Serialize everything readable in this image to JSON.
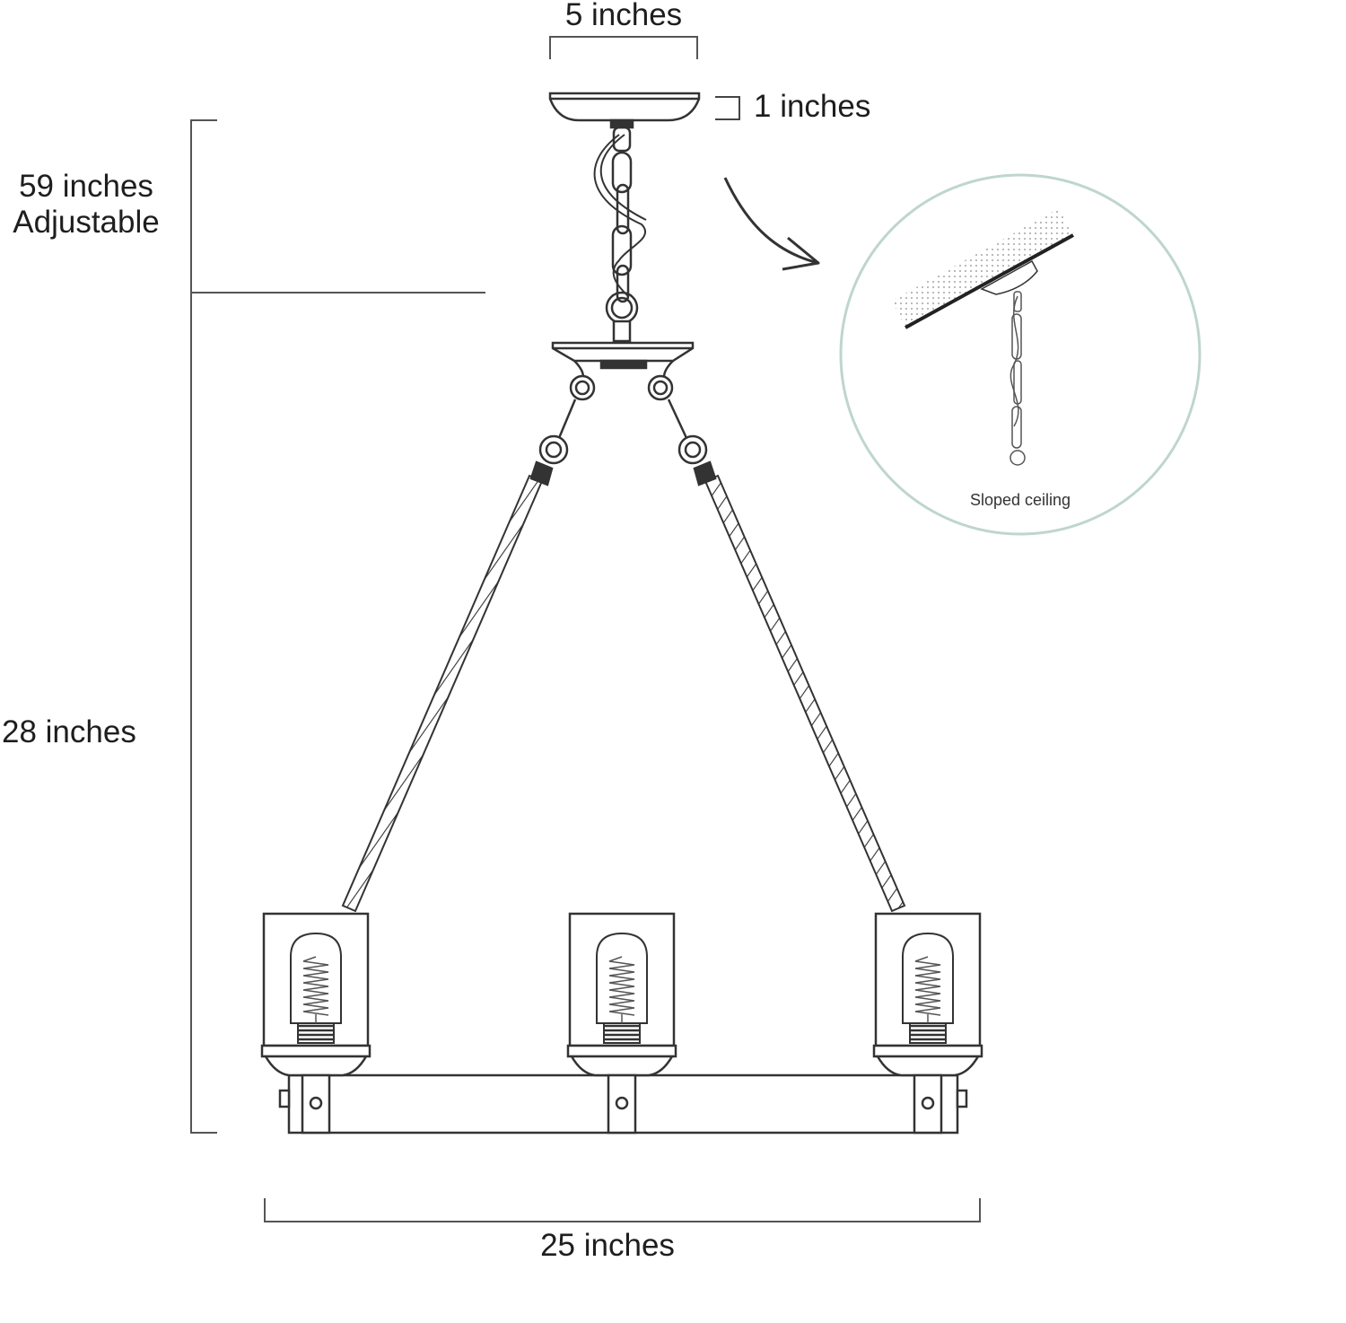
{
  "dimensions": {
    "canopy_width": "5 inches",
    "canopy_height": "1 inches",
    "chain_length_line1": "59 inches",
    "chain_length_line2": "Adjustable",
    "fixture_height": "28 inches",
    "fixture_width": "25 inches"
  },
  "inset": {
    "caption": "Sloped ceiling"
  },
  "lamps": [
    {
      "position": "left"
    },
    {
      "position": "center"
    },
    {
      "position": "right"
    }
  ],
  "colors": {
    "line": "#333333",
    "dimension_line": "#555555",
    "inset_border": "#bfd5cf",
    "filament": "#555555"
  }
}
